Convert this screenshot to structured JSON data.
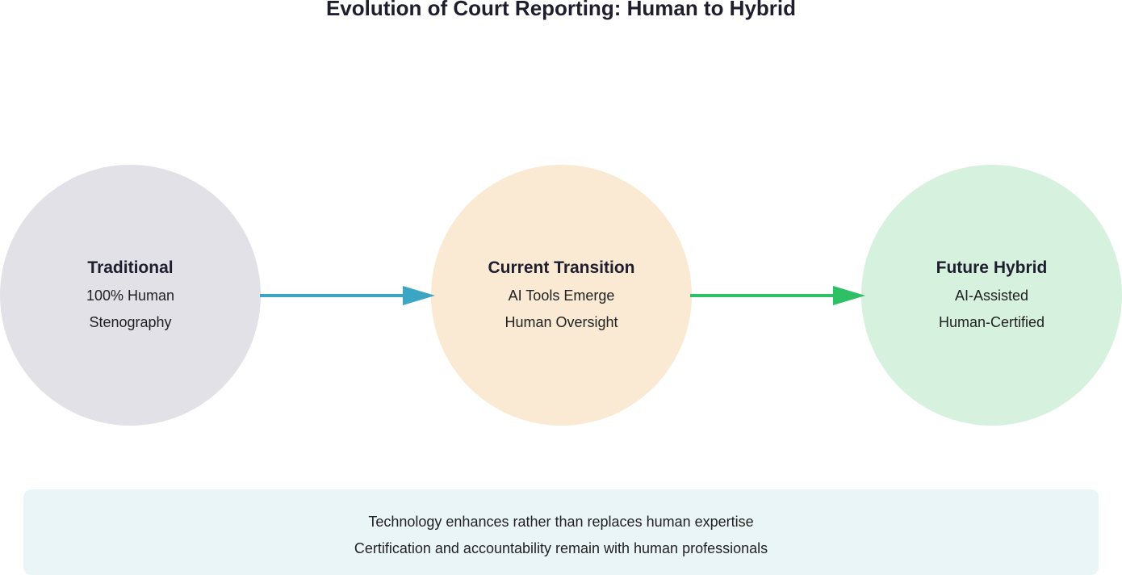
{
  "title": "Evolution of Court Reporting: Human to Hybrid",
  "stages": [
    {
      "heading": "Traditional",
      "line1": "100% Human",
      "line2": "Stenography",
      "color": "#e1e1e7"
    },
    {
      "heading": "Current Transition",
      "line1": "AI Tools Emerge",
      "line2": "Human Oversight",
      "color": "#faead3"
    },
    {
      "heading": "Future Hybrid",
      "line1": "AI-Assisted",
      "line2": "Human-Certified",
      "color": "#d6f1de"
    }
  ],
  "arrows": [
    {
      "from": "Traditional",
      "to": "Current Transition",
      "color": "#3aa6c4"
    },
    {
      "from": "Current Transition",
      "to": "Future Hybrid",
      "color": "#2fbf64"
    }
  ],
  "note": {
    "line1": "Technology enhances rather than replaces human expertise",
    "line2": "Certification and accountability remain with human professionals",
    "background": "#eaf5f7"
  }
}
